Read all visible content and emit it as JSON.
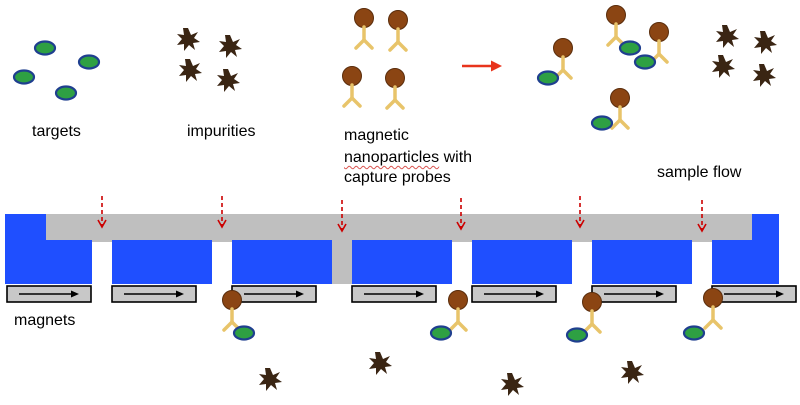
{
  "labels": {
    "targets": "targets",
    "impurities": "impurities",
    "probes_line1": "magnetic",
    "probes_line2": "nanoparticles",
    "probes_line2_rest": " with",
    "probes_line3": "capture probes",
    "sample_flow": "sample flow",
    "magnets": "magnets"
  },
  "colors": {
    "channel": "#bfbfbf",
    "magnet_block": "#1f4fff",
    "target_fill": "#2ea043",
    "target_ring": "#1f3f8f",
    "particle": "#8b4513",
    "probe_stem": "#e8c46a",
    "impurity": "#3a2513",
    "flow_arrow": "#cc0000",
    "reaction_arrow": "#e8341c",
    "magnet_bar": "#c8c8c8"
  }
}
